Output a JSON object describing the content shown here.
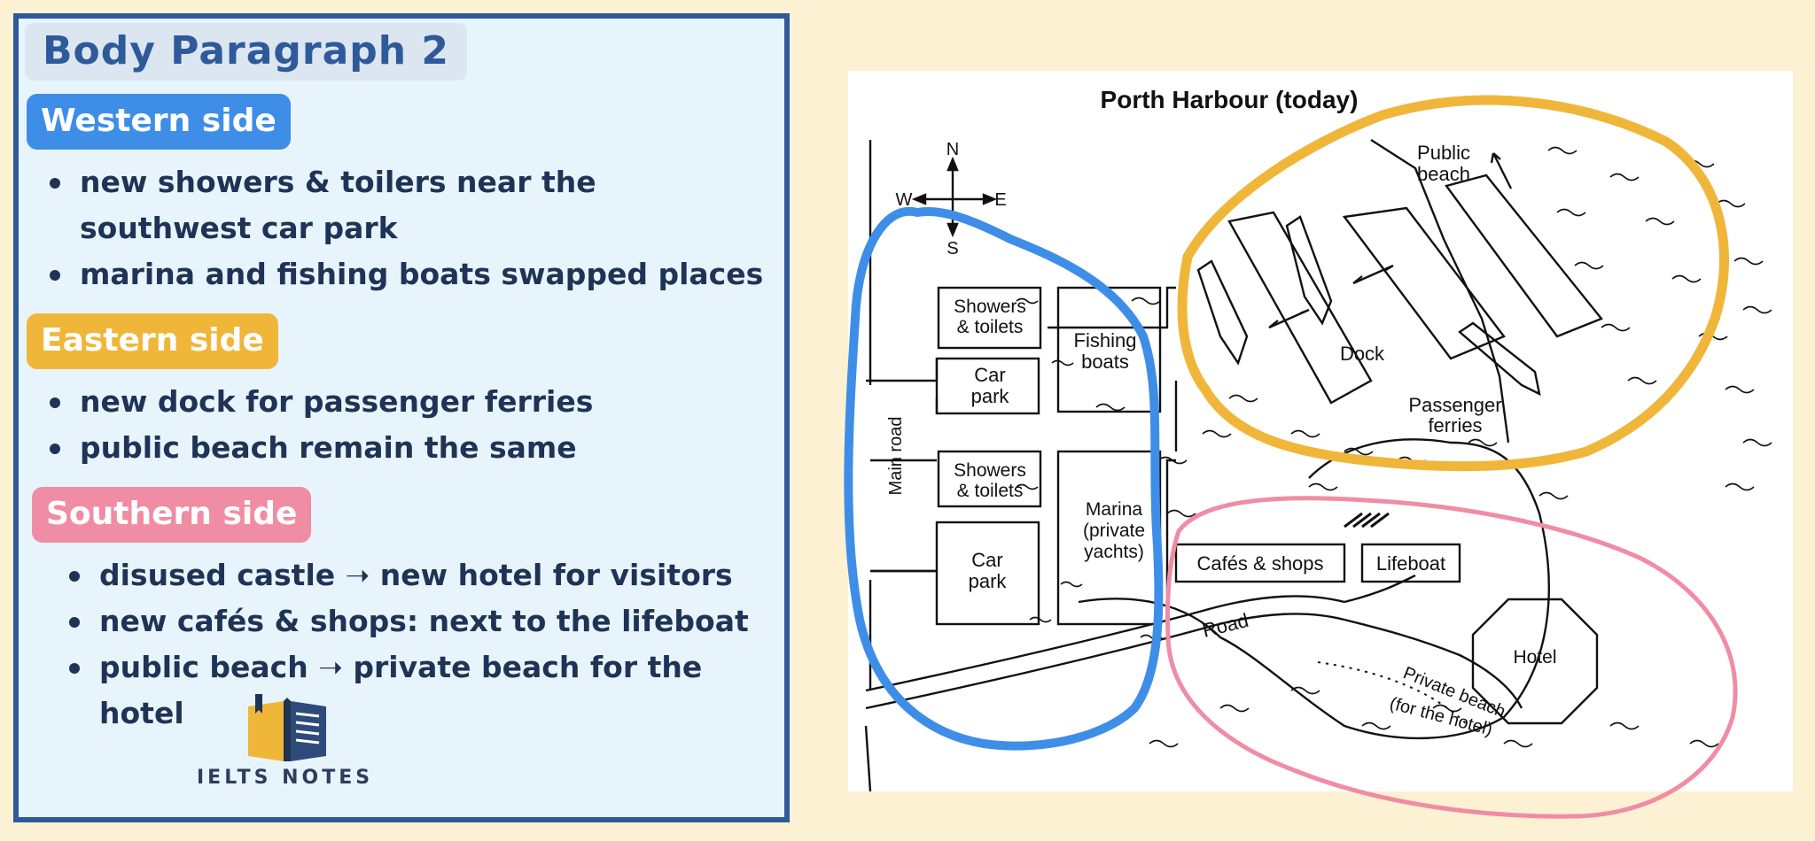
{
  "panel": {
    "title": "Body Paragraph 2",
    "sections": {
      "western": {
        "label": "Western side",
        "points": [
          "new showers & toilers near the southwest car park",
          "marina and fishing boats swapped places"
        ]
      },
      "eastern": {
        "label": "Eastern side",
        "points": [
          "new dock for passenger ferries",
          "public beach remain the same"
        ]
      },
      "southern": {
        "label": "Southern side",
        "points": [
          "disused castle ➝ new hotel for visitors",
          "new cafés & shops: next to the lifeboat",
          "public beach ➝ private beach for the hotel"
        ]
      }
    },
    "logo_text": "IELTS NOTES"
  },
  "map": {
    "title": "Porth Harbour (today)",
    "compass": {
      "n": "N",
      "s": "S",
      "e": "E",
      "w": "W"
    },
    "labels": {
      "public_beach_1": "Public",
      "public_beach_2": "beach",
      "showers_1_a": "Showers",
      "showers_1_b": "& toilets",
      "fishing_a": "Fishing",
      "fishing_b": "boats",
      "car_park_1_a": "Car",
      "car_park_1_b": "park",
      "dock": "Dock",
      "ferries_a": "Passenger",
      "ferries_b": "ferries",
      "main_road": "Main road",
      "showers_2_a": "Showers",
      "showers_2_b": "& toilets",
      "marina_a": "Marina",
      "marina_b": "(private",
      "marina_c": "yachts)",
      "car_park_2_a": "Car",
      "car_park_2_b": "park",
      "cafes": "Cafés & shops",
      "lifeboat": "Lifeboat",
      "road": "Road",
      "hotel": "Hotel",
      "private_beach": "Private beach",
      "for_hotel": "(for the hotel)"
    }
  },
  "colors": {
    "western": "#3e8ee8",
    "eastern": "#f0b63a",
    "southern": "#f08ca4",
    "panel_border": "#2e5a9a",
    "background": "#fdf1d3"
  }
}
